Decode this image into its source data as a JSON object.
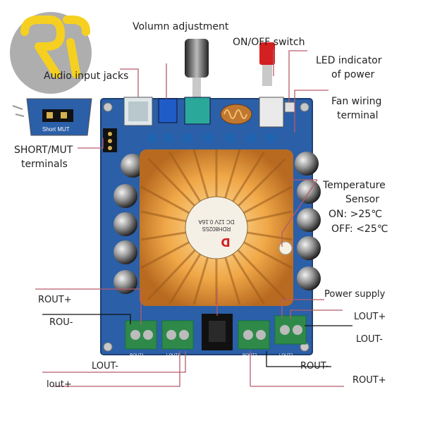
{
  "labels": {
    "volume": "Volumn adjustment",
    "on_off": "ON/OFF switch",
    "led_1": "LED indicator",
    "led_2": "of power",
    "audio_jacks": "Audio input jacks",
    "fan_1": "Fan wiring",
    "fan_2": "terminal",
    "short_mut_1": "SHORT/MUT",
    "short_mut_2": "terminals",
    "temp_1": "Temperature",
    "temp_2": "Sensor",
    "temp_on": "ON: >25℃",
    "temp_off": "OFF: <25℃",
    "power_supply": "Power supply",
    "rout_plus_left": "ROUT+",
    "rou_minus": "ROU-",
    "lout_plus_right": "LOUT+",
    "lout_minus_right": "LOUT-",
    "lout_minus_left": "LOUT-",
    "rout_minus": "ROUT-",
    "lout_plus_left": "lout+",
    "rout_plus_right": "ROUT+"
  },
  "inset": {
    "short_mut": "Short MUT"
  },
  "board_print": {
    "fan_label_1": "DC 12V 0.16A",
    "fan_label_2": "RDH8025S",
    "terminal_1": "ROUT1",
    "terminal_2": "LOUT1",
    "terminal_3": "ROUT2",
    "terminal_4": "LOUT2"
  },
  "colors": {
    "board": "#2b5fa8",
    "leader": "#b85a6a",
    "heatsink": "#e8a040",
    "terminal": "#2f8a4a",
    "capacitor": "#1b1b1b"
  }
}
